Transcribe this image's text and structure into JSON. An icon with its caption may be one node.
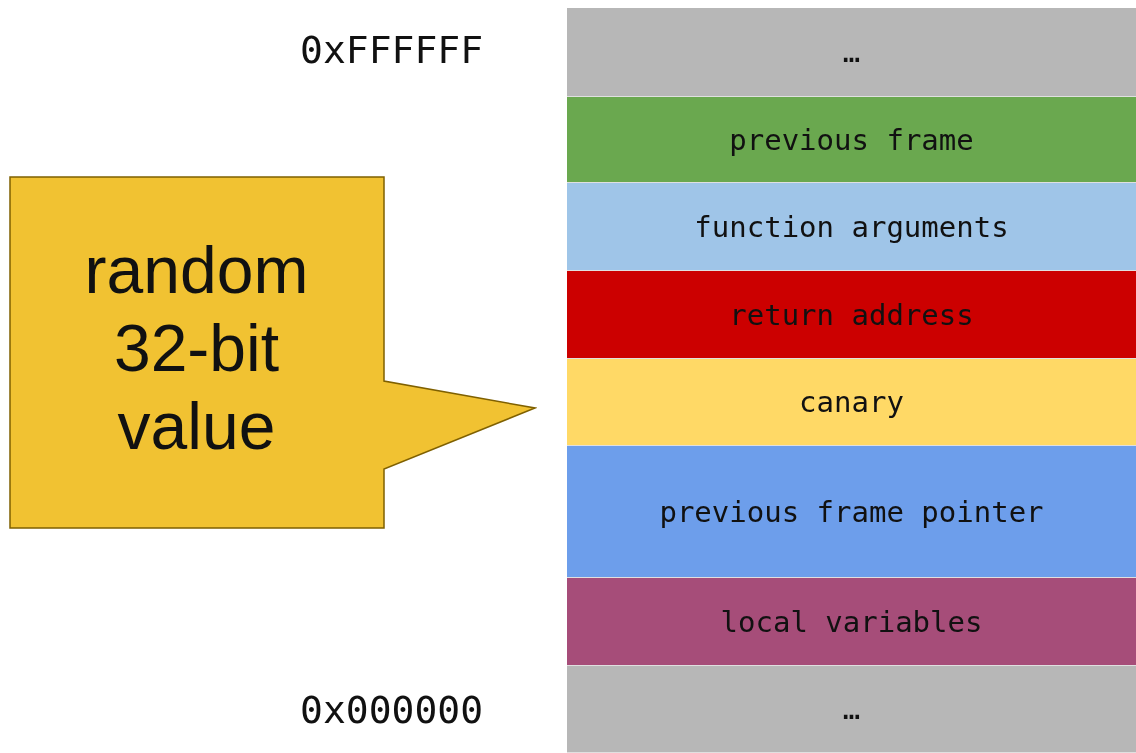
{
  "diagram": {
    "nodes": [
      {
        "text": [
          "…"
        ]
      },
      {
        "text": [
          "previous frame"
        ]
      },
      {
        "text": [
          "function arguments"
        ]
      },
      {
        "text": [
          "return address"
        ]
      },
      {
        "text": [
          "canary"
        ]
      },
      {
        "text": [
          "previous frame pointer"
        ]
      },
      {
        "text": [
          "local variables"
        ]
      },
      {
        "text": [
          "…"
        ]
      },
      {
        "text": [
          "random 32-bit value"
        ]
      }
    ],
    "edges": [],
    "labels": [
      "0xFFFFFF",
      "0x000000"
    ]
  }
}
